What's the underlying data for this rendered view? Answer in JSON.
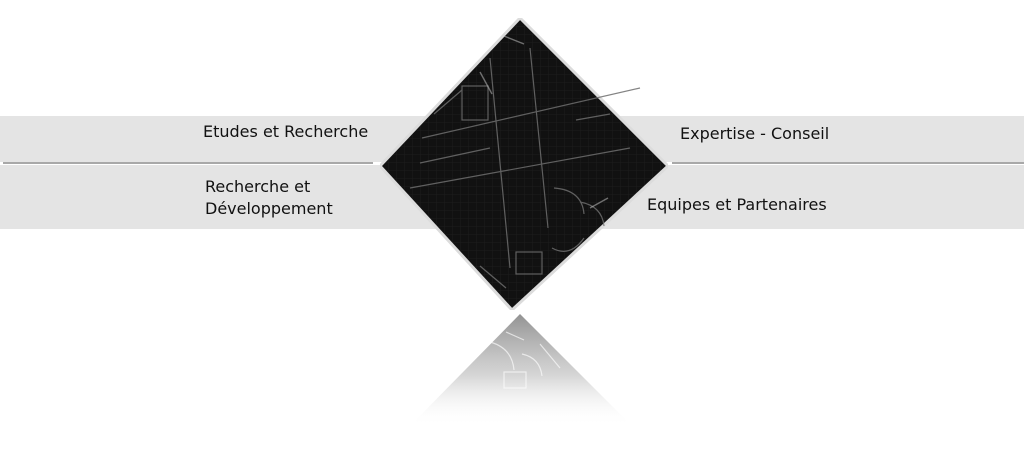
{
  "menu": {
    "studies": "Etudes et Recherche",
    "rnd": "Recherche et Développement",
    "expertise": "Expertise - Conseil",
    "teams": "Equipes et Partenaires"
  },
  "icons": {
    "center": "blueprint-diamond-icon",
    "reflection": "blueprint-reflection-icon"
  },
  "colors": {
    "band": "#e4e4e4",
    "divider": "#a8a8a8",
    "diamond": "#111111",
    "text": "#111111"
  }
}
